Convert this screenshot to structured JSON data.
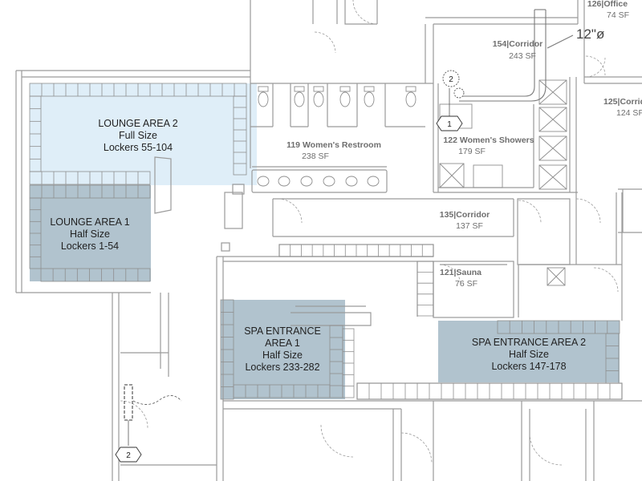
{
  "zones": {
    "lounge2": {
      "title": "LOUNGE AREA 2",
      "size": "Full Size",
      "lockers": "Lockers 55-104"
    },
    "lounge1": {
      "title": "LOUNGE AREA 1",
      "size": "Half Size",
      "lockers": "Lockers 1-54"
    },
    "spa1": {
      "title_line1": "SPA ENTRANCE",
      "title_line2": "AREA 1",
      "size": "Half Size",
      "lockers": "Lockers 233-282"
    },
    "spa2": {
      "title": "SPA ENTRANCE AREA 2",
      "size": "Half Size",
      "lockers": "Lockers 147-178"
    }
  },
  "rooms": {
    "r126": {
      "number": "126",
      "name": "Office",
      "area": "74 SF"
    },
    "r154": {
      "number": "154",
      "name": "Corridor",
      "area": "243 SF"
    },
    "r125": {
      "number": "125",
      "name": "Corrid",
      "area": "124 SF"
    },
    "r119": {
      "number": "119",
      "name": "Women's Restroom",
      "area": "238 SF"
    },
    "r122": {
      "number": "122",
      "name": "Women's Showers",
      "area": "179 SF"
    },
    "r135": {
      "number": "135",
      "name": "Corridor",
      "area": "137 SF"
    },
    "r121": {
      "number": "121",
      "name": "Sauna",
      "area": "76 SF"
    }
  },
  "annotations": {
    "duct_size": "12\"ø",
    "keynote_1": "1",
    "keynote_2": "2",
    "keynote_2b": "2"
  },
  "colors": {
    "wall": "#9a9a9a",
    "zone_light": "#d4e8f6",
    "zone_dark": "#9db4c2",
    "label": "#6e6e6e"
  }
}
